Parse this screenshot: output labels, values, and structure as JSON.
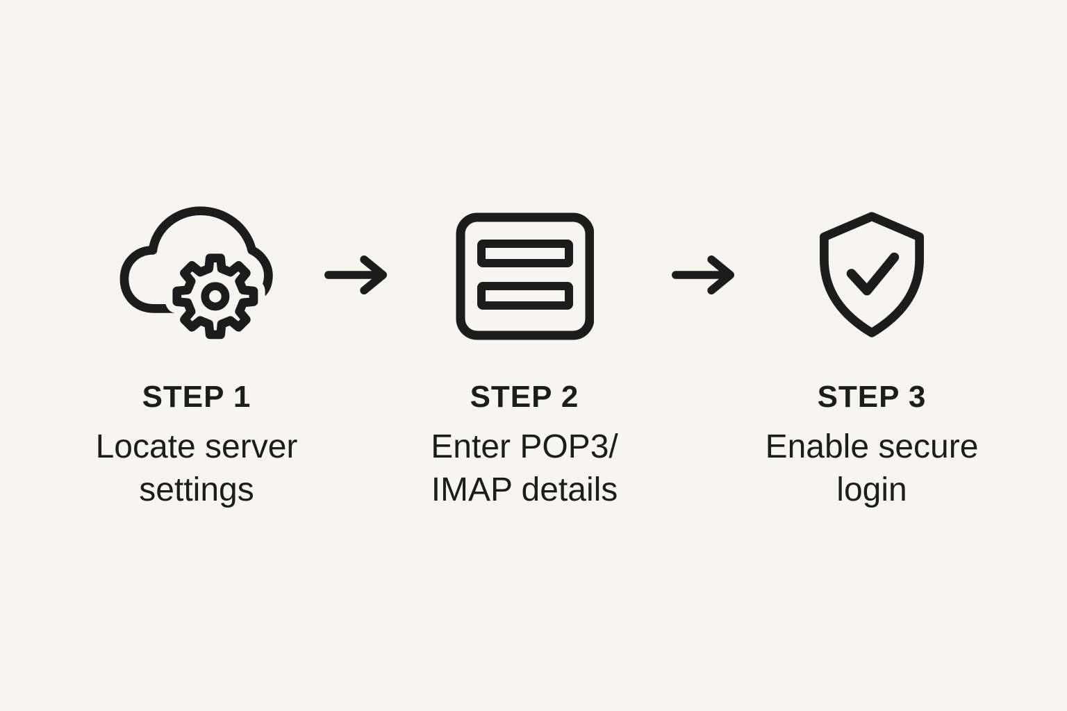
{
  "page": {
    "background": "#f7f5f1",
    "ink": "#1c1c1c"
  },
  "steps": [
    {
      "label": "STEP 1",
      "caption_line1": "Locate server",
      "caption_line2": "settings",
      "icon": "cloud-gear-icon"
    },
    {
      "label": "STEP 2",
      "caption_line1": "Enter POP3/",
      "caption_line2": "IMAP details",
      "icon": "server-fields-icon"
    },
    {
      "label": "STEP 3",
      "caption_line1": "Enable secure",
      "caption_line2": "login",
      "icon": "shield-check-icon"
    }
  ]
}
